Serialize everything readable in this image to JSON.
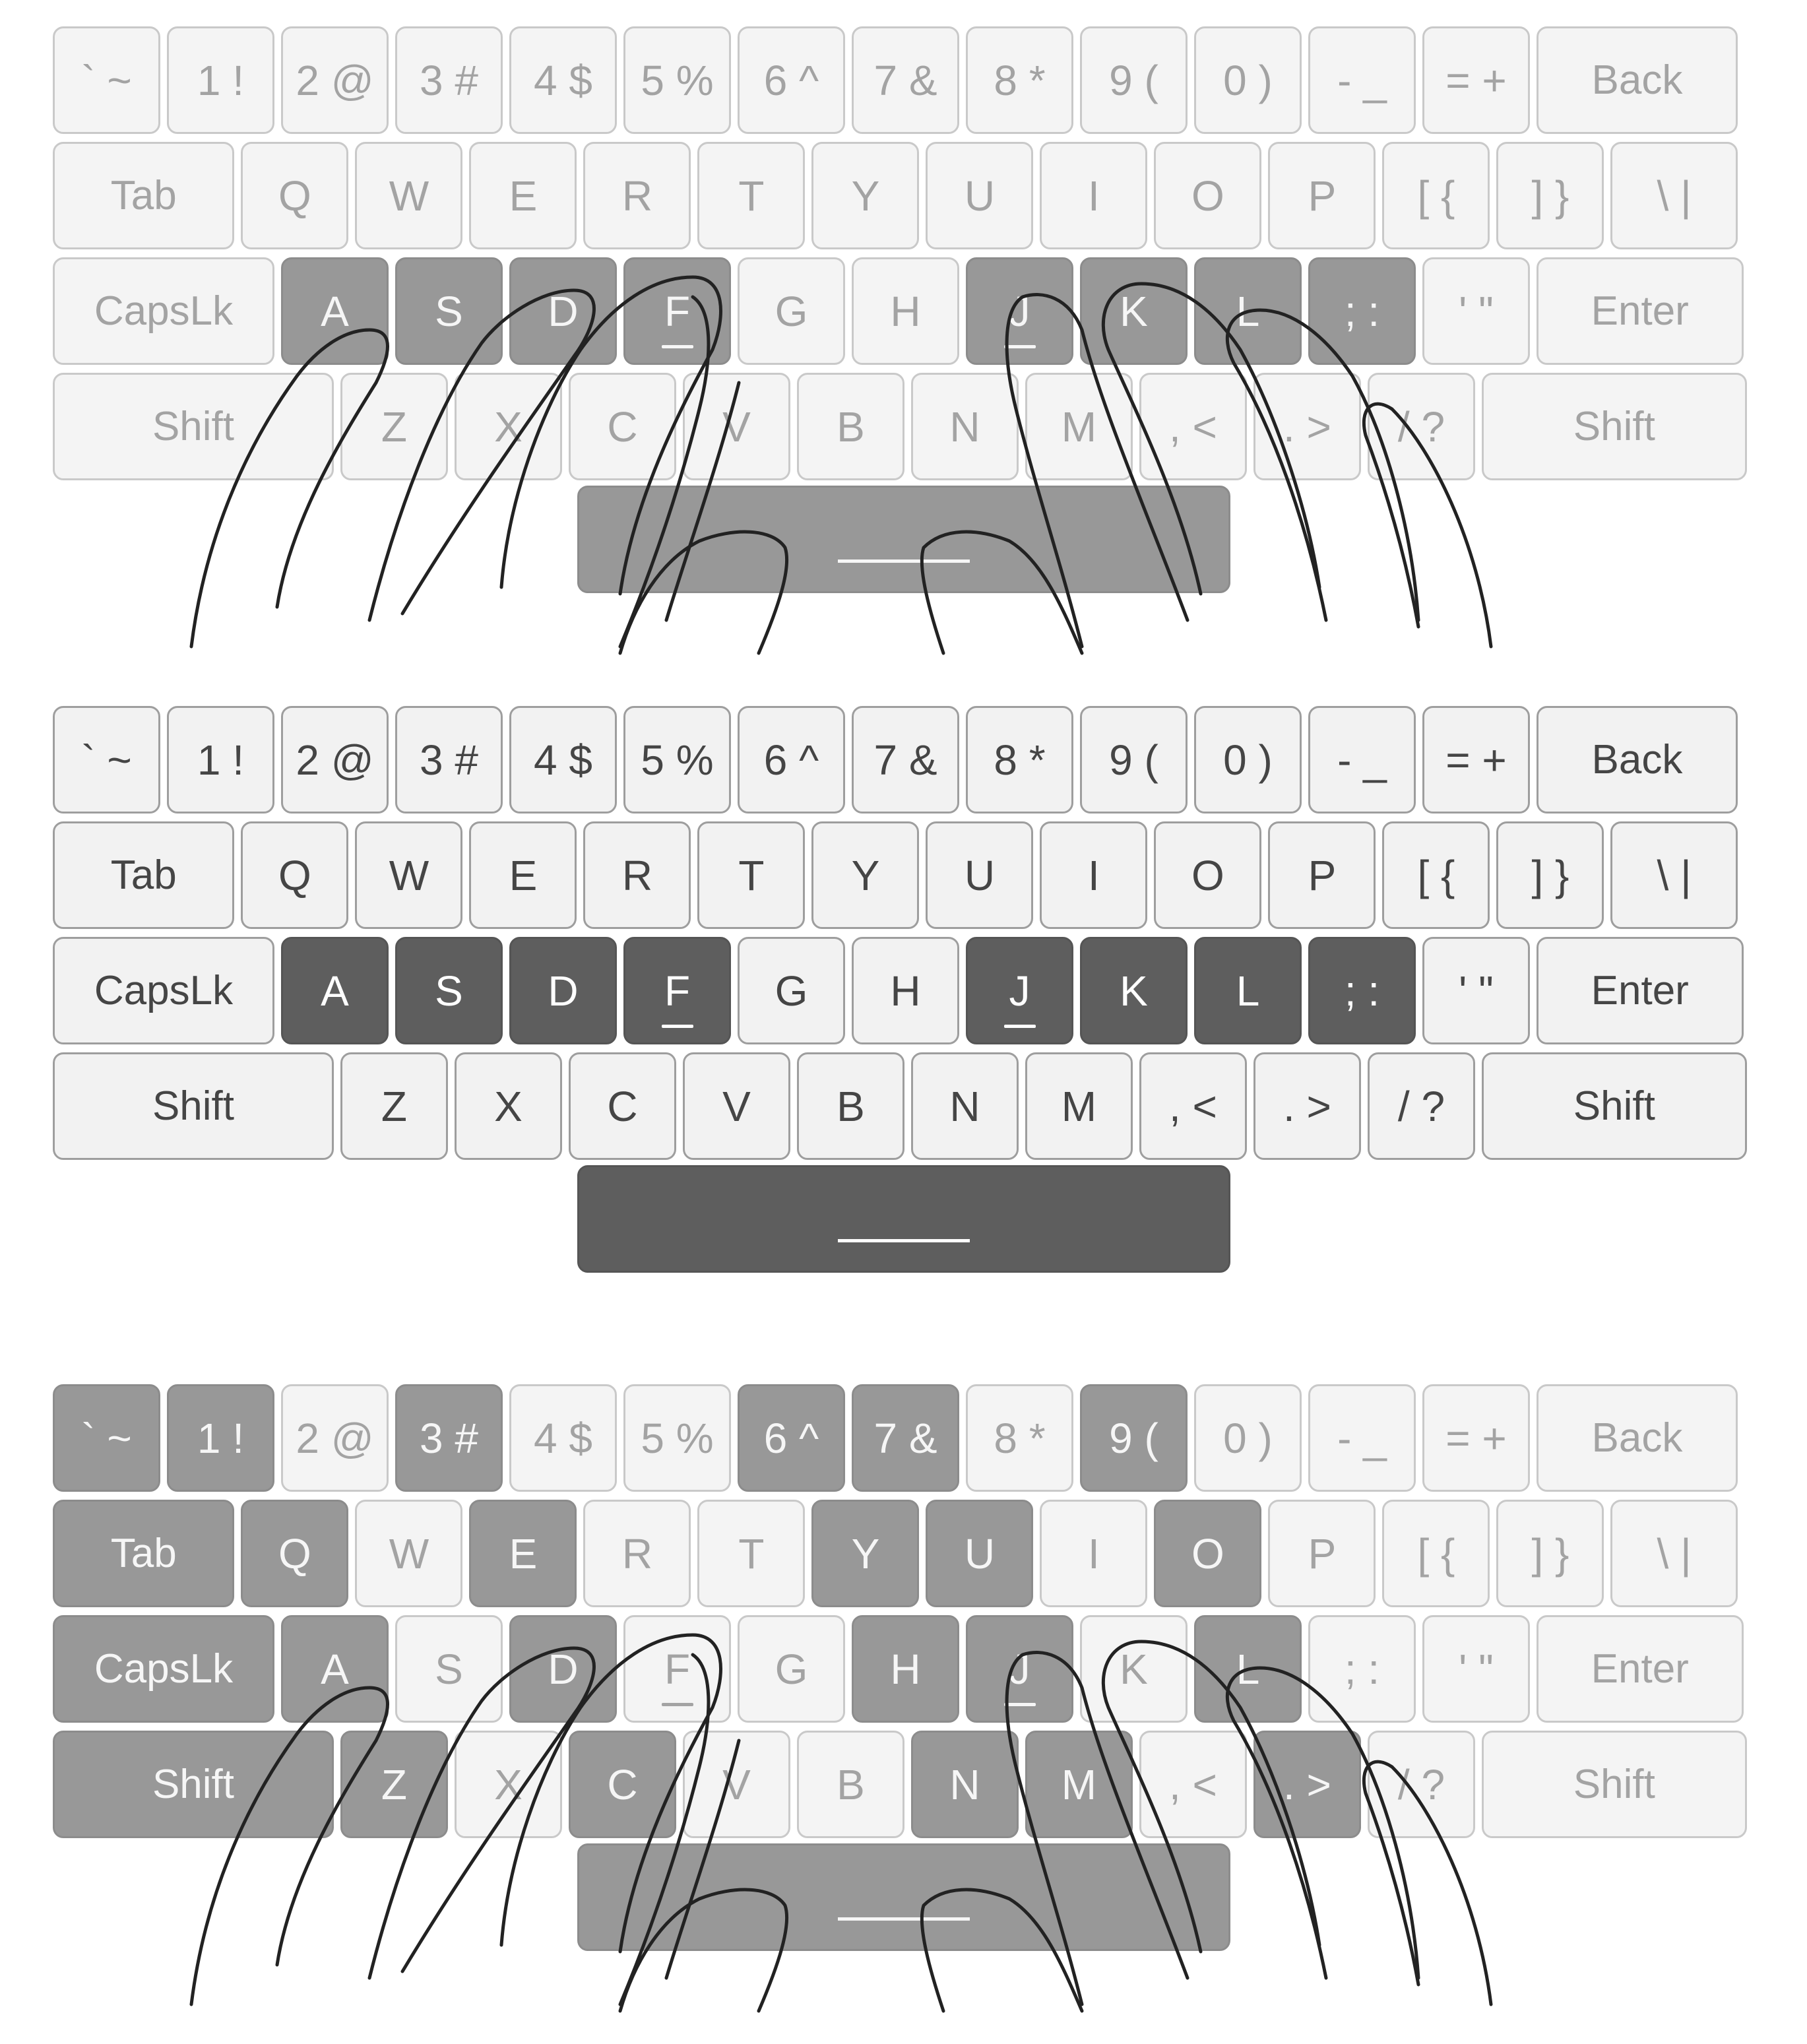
{
  "keyboards": [
    {
      "name": "keyboard-1",
      "show_hands": true,
      "highlight": [
        "A",
        "S",
        "D",
        "F",
        "J",
        "K",
        "L",
        "; :",
        "space"
      ],
      "highlight_style": "mid"
    },
    {
      "name": "keyboard-2",
      "show_hands": false,
      "highlight": [
        "A",
        "S",
        "D",
        "F",
        "J",
        "K",
        "L",
        "; :",
        "space"
      ],
      "highlight_style": "dark"
    },
    {
      "name": "keyboard-3",
      "show_hands": true,
      "highlight": [
        "` ~",
        "1 !",
        "3 #",
        "6 ^",
        "7 &",
        "9 (",
        "Tab",
        "Q",
        "E",
        "Y",
        "U",
        "O",
        "CapsLk",
        "A",
        "D",
        "H",
        "J",
        "L",
        "Shift-left",
        "Z",
        "C",
        "N",
        "M",
        ". >",
        "space"
      ],
      "highlight_style": "mid"
    }
  ],
  "rows": [
    [
      "` ~",
      "1 !",
      "2 @",
      "3 #",
      "4 $",
      "5 %",
      "6 ^",
      "7 &",
      "8 *",
      "9 (",
      "0 )",
      "- _",
      "= +",
      "Back"
    ],
    [
      "Tab",
      "Q",
      "W",
      "E",
      "R",
      "T",
      "Y",
      "U",
      "I",
      "O",
      "P",
      "[ {",
      "] }",
      "\\ |"
    ],
    [
      "CapsLk",
      "A",
      "S",
      "D",
      "F",
      "G",
      "H",
      "J",
      "K",
      "L",
      "; :",
      "' \"",
      "Enter"
    ],
    [
      "Shift",
      "Z",
      "X",
      "C",
      "V",
      "B",
      "N",
      "M",
      ", <",
      ". >",
      "/ ?",
      "Shift"
    ]
  ],
  "homing_keys": [
    "F",
    "J"
  ],
  "colors": {
    "key_face": "#f4f4f4",
    "key_border": "#c9c9c9",
    "key_text_faded": "#a3a3a3",
    "key_text_dark": "#454545",
    "highlight_mid": "#989898",
    "highlight_dark": "#5e5e5e",
    "hand_outline": "#222222"
  },
  "icons": {
    "hands": "hand-outline-icon",
    "spacebar": "spacebar-underscore-icon",
    "homing": "homing-bump-icon"
  }
}
